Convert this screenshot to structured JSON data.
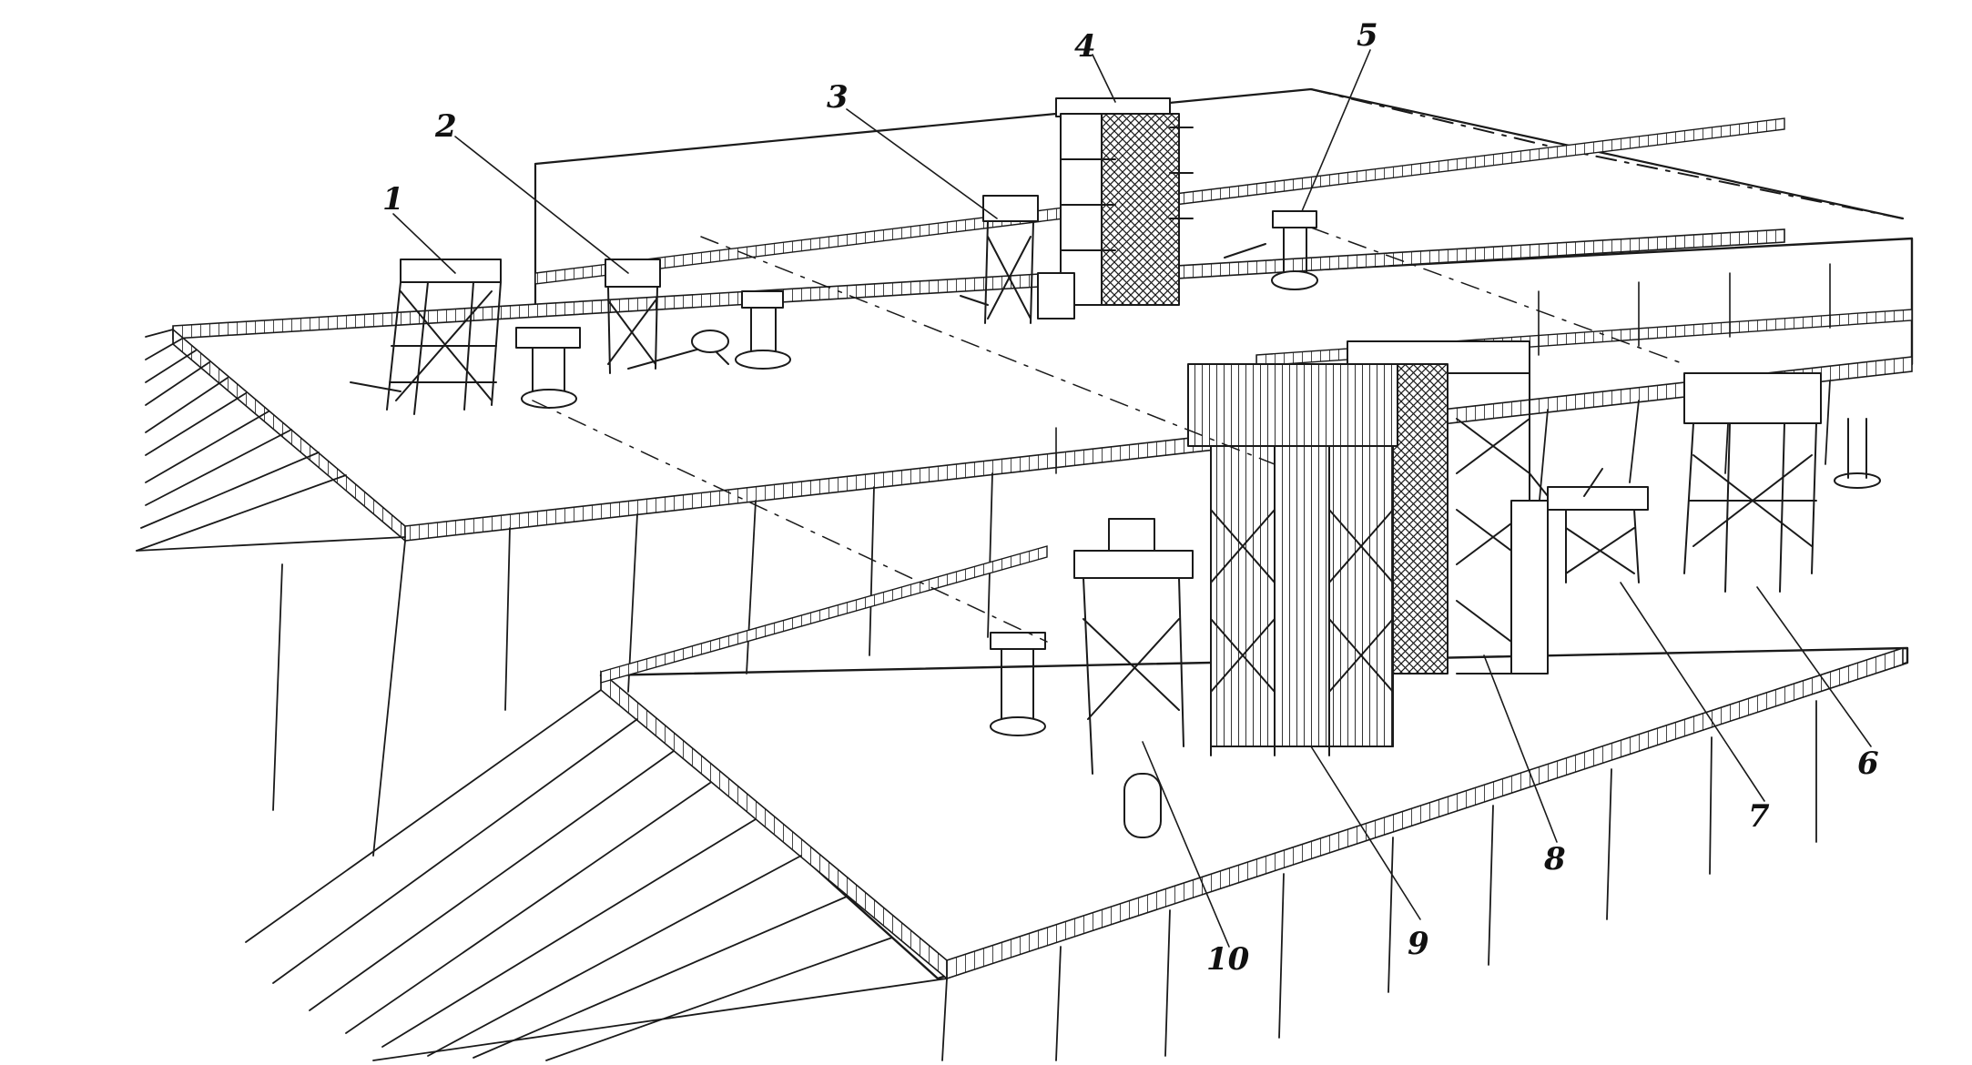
{
  "colors": {
    "ink": "#1a1a1a",
    "paper": "#ffffff"
  },
  "callouts": [
    {
      "id": "1",
      "label": "1"
    },
    {
      "id": "2",
      "label": "2"
    },
    {
      "id": "3",
      "label": "3"
    },
    {
      "id": "4",
      "label": "4"
    },
    {
      "id": "5",
      "label": "5"
    },
    {
      "id": "6",
      "label": "6"
    },
    {
      "id": "7",
      "label": "7"
    },
    {
      "id": "8",
      "label": "8"
    },
    {
      "id": "9",
      "label": "9"
    },
    {
      "id": "10",
      "label": "10"
    }
  ]
}
